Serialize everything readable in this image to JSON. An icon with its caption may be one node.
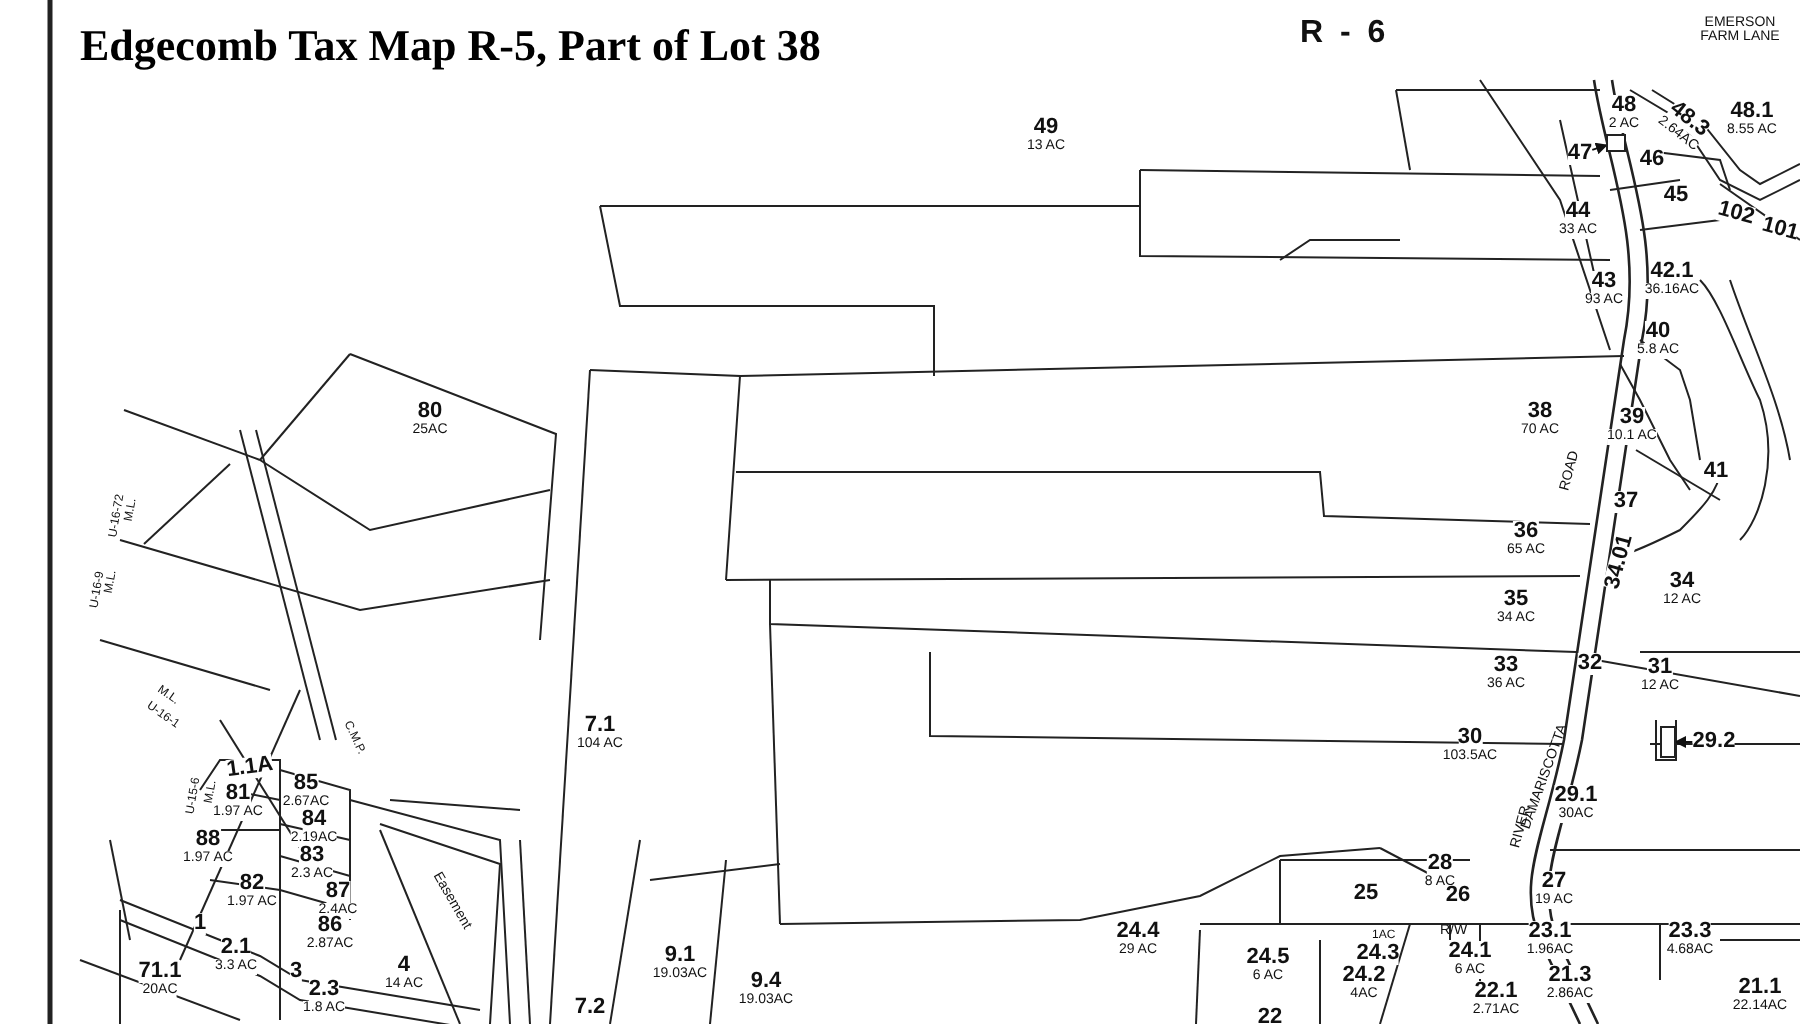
{
  "diagram": {
    "title": "Edgecomb Tax Map R-5, Part of Lot 38",
    "nodes": [
      {
        "text": [
          "49",
          "13 AC"
        ]
      },
      {
        "text": [
          "48",
          "2 AC"
        ]
      },
      {
        "text": [
          "48.3",
          "2.64AC"
        ]
      },
      {
        "text": [
          "48.1",
          "8.55 AC"
        ]
      },
      {
        "text": [
          "47"
        ]
      },
      {
        "text": [],
        "shape": "box"
      },
      {
        "text": [
          "46"
        ]
      },
      {
        "text": [
          "45"
        ]
      },
      {
        "text": [
          "102"
        ]
      },
      {
        "text": [
          "101"
        ]
      },
      {
        "text": [
          "44",
          "33 AC"
        ]
      },
      {
        "text": [
          "43",
          "93 AC"
        ]
      },
      {
        "text": [
          "42.1",
          "36.16AC"
        ]
      },
      {
        "text": [
          "40",
          "5.8 AC"
        ]
      },
      {
        "text": [
          "38",
          "70 AC"
        ]
      },
      {
        "text": [
          "39",
          "10.1 AC"
        ]
      },
      {
        "text": [
          "41"
        ]
      },
      {
        "text": [
          "37"
        ]
      },
      {
        "text": [
          "36",
          "65 AC"
        ]
      },
      {
        "text": [
          "34.01"
        ]
      },
      {
        "text": [
          "34",
          "12 AC"
        ]
      },
      {
        "text": [
          "35",
          "34 AC"
        ]
      },
      {
        "text": [
          "33",
          "36 AC"
        ]
      },
      {
        "text": [
          "32"
        ]
      },
      {
        "text": [
          "31",
          "12 AC"
        ]
      },
      {
        "text": [
          "30",
          "103.5AC"
        ]
      },
      {
        "text": [
          "29.2"
        ]
      },
      {
        "text": [],
        "shape": "box"
      },
      {
        "text": [
          "29.1",
          "30AC"
        ]
      },
      {
        "text": [
          "28",
          "8 AC"
        ]
      },
      {
        "text": [
          "25"
        ]
      },
      {
        "text": [
          "26"
        ]
      },
      {
        "text": [
          "27",
          "19 AC"
        ]
      },
      {
        "text": [
          "23.1",
          "1.96AC"
        ]
      },
      {
        "text": [
          "23.3",
          "4.68AC"
        ]
      },
      {
        "text": [
          "24.5",
          "6 AC"
        ]
      },
      {
        "text": [
          "24.3"
        ]
      },
      {
        "text": [
          "24.2",
          "4AC"
        ]
      },
      {
        "text": [
          "24.1",
          "6 AC"
        ]
      },
      {
        "text": [
          "21.3",
          "2.86AC"
        ]
      },
      {
        "text": [
          "22.1",
          "2.71AC"
        ]
      },
      {
        "text": [
          "21.1",
          "22.14AC"
        ]
      },
      {
        "text": [
          "22"
        ]
      },
      {
        "text": [
          "24.4",
          "29 AC"
        ]
      },
      {
        "text": [
          "9.1",
          "19.03AC"
        ]
      },
      {
        "text": [
          "9.4",
          "19.03AC"
        ]
      },
      {
        "text": [
          "7.2"
        ]
      },
      {
        "text": [
          "7.1",
          "104 AC"
        ]
      },
      {
        "text": [
          "80",
          "25AC"
        ]
      },
      {
        "text": [
          "1.1A"
        ]
      },
      {
        "text": [
          "81",
          "1.97 AC"
        ]
      },
      {
        "text": [
          "85",
          "2.67AC"
        ]
      },
      {
        "text": [
          "84",
          "2.19AC"
        ]
      },
      {
        "text": [
          "83",
          "2.3 AC"
        ]
      },
      {
        "text": [
          "88",
          "1.97 AC"
        ]
      },
      {
        "text": [
          "82",
          "1.97 AC"
        ]
      },
      {
        "text": [
          "87",
          "2.4AC"
        ]
      },
      {
        "text": [
          "1"
        ]
      },
      {
        "text": [
          "86",
          "2.87AC"
        ]
      },
      {
        "text": [
          "2.1",
          "3.3 AC"
        ]
      },
      {
        "text": [
          "3"
        ]
      },
      {
        "text": [
          "4",
          "14 AC"
        ]
      },
      {
        "text": [
          "71.1",
          "20AC"
        ]
      },
      {
        "text": [
          "2.3",
          "1.8 AC"
        ]
      }
    ],
    "edges": [
      {
        "from": 4,
        "to": 5,
        "arrow": "to"
      },
      {
        "from": 26,
        "to": 27,
        "arrow": "to"
      }
    ],
    "labels": [
      "R - 6",
      "EMERSON FARM LANE",
      "ROAD",
      "RIVER",
      "DAMARISCOTTA",
      "1AC",
      "R/W",
      "C.M.P.",
      "Easement",
      "U-16-72",
      "M.L.",
      "U-16-9",
      "M.L.",
      "M.L.",
      "U-16-1",
      "U-15-6",
      "M.L."
    ]
  }
}
